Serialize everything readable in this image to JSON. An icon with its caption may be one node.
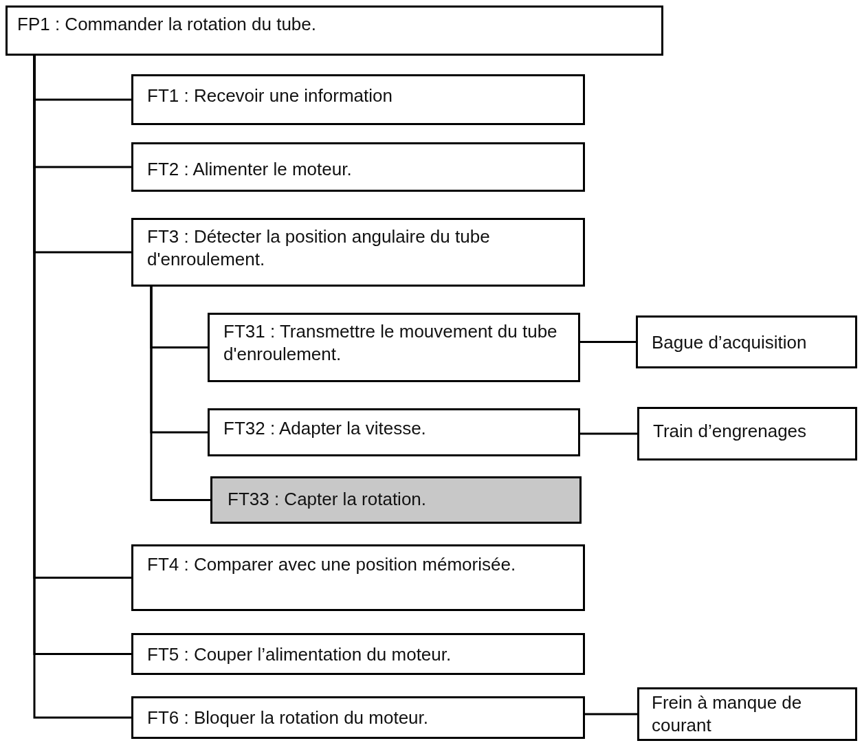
{
  "diagram": {
    "nodes": [
      {
        "text": [
          "FP1 :  Commander la rotation du tube."
        ]
      },
      {
        "text": [
          "FT1 :  Recevoir une information"
        ]
      },
      {
        "text": [
          "FT2 :  Alimenter le moteur."
        ]
      },
      {
        "text": [
          "FT3 :  Détecter la position angulaire du tube d'enroulement."
        ]
      },
      {
        "text": [
          "FT31 : Transmettre le mouvement du tube d'enroulement."
        ]
      },
      {
        "text": [
          "Bague d’acquisition"
        ]
      },
      {
        "text": [
          "FT32 : Adapter la vitesse."
        ]
      },
      {
        "text": [
          "Train d’engrenages"
        ]
      },
      {
        "text": [
          "FT33 : Capter la rotation."
        ]
      },
      {
        "text": [
          "FT4 :  Comparer avec une position mémorisée."
        ]
      },
      {
        "text": [
          "FT5 :  Couper l’alimentation du moteur."
        ]
      },
      {
        "text": [
          "FT6 :  Bloquer la rotation du moteur."
        ]
      },
      {
        "text": [
          "Frein à manque de courant"
        ]
      }
    ],
    "edges": [
      {
        "from": 0,
        "to": 1,
        "arrow": "none"
      },
      {
        "from": 0,
        "to": 2,
        "arrow": "none"
      },
      {
        "from": 0,
        "to": 3,
        "arrow": "none"
      },
      {
        "from": 3,
        "to": 4,
        "arrow": "none"
      },
      {
        "from": 4,
        "to": 5,
        "arrow": "none"
      },
      {
        "from": 3,
        "to": 6,
        "arrow": "none"
      },
      {
        "from": 6,
        "to": 7,
        "arrow": "none"
      },
      {
        "from": 3,
        "to": 8,
        "arrow": "none"
      },
      {
        "from": 0,
        "to": 9,
        "arrow": "none"
      },
      {
        "from": 0,
        "to": 10,
        "arrow": "none"
      },
      {
        "from": 0,
        "to": 11,
        "arrow": "none"
      },
      {
        "from": 11,
        "to": 12,
        "arrow": "none"
      }
    ]
  }
}
